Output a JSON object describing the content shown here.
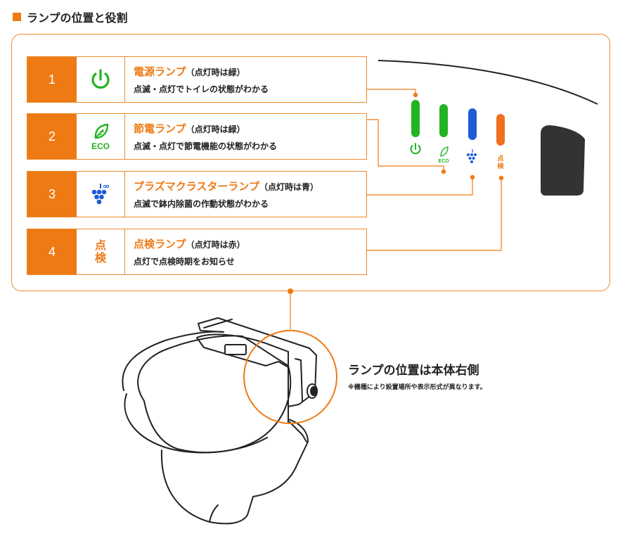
{
  "heading": "ランプの位置と役割",
  "rows": [
    {
      "number": "1",
      "title": "電源ランプ",
      "note": "（点灯時は緑）",
      "desc": "点滅・点灯でトイレの状態がわかる",
      "icon": "power-icon"
    },
    {
      "number": "2",
      "title": "節電ランプ",
      "note": "（点灯時は緑）",
      "desc": "点滅・点灯で節電機能の状態がわかる",
      "icon": "eco-leaf-icon",
      "icon_text": "ECO"
    },
    {
      "number": "3",
      "title": "プラズマクラスターランプ",
      "note": "（点灯時は青）",
      "desc": "点滅で鉢内除菌の作動状態がわかる",
      "icon": "plasmacluster-icon"
    },
    {
      "number": "4",
      "title": "点検ランプ",
      "note": "（点灯時は赤）",
      "desc": "点灯で点検時期をお知らせ",
      "icon": "tenken-icon",
      "icon_text": [
        "点",
        "検"
      ]
    }
  ],
  "lamp_panel": {
    "eco_label": "ECO",
    "tenken_label": [
      "点",
      "検"
    ]
  },
  "position": {
    "title": "ランプの位置は本体右側",
    "note": "※機種により設置場所や表示形式が異なります。"
  },
  "colors": {
    "accent": "#EE7A14",
    "green": "#22B422",
    "blue": "#1E5BD6",
    "orange_lamp": "#F07020",
    "dark": "#333333"
  }
}
